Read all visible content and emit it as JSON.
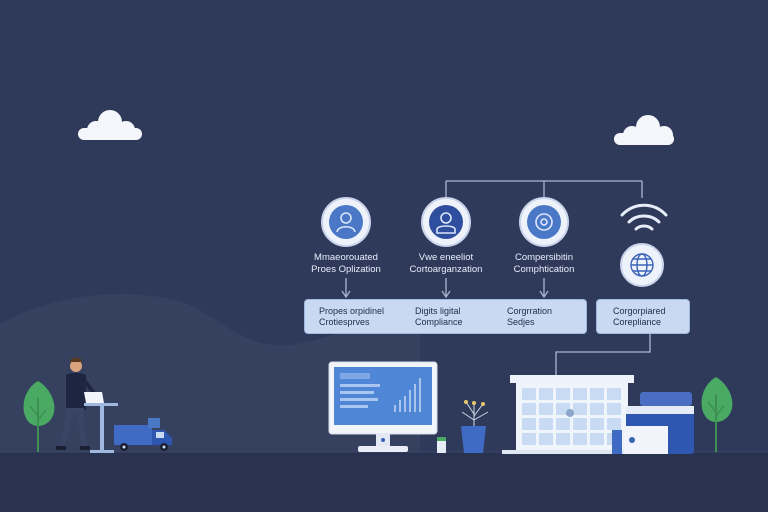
{
  "nodes": [
    {
      "id": "node-1",
      "icon": "user-icon",
      "caption_lines": [
        "Mmaeorouated",
        "Proes Oplization"
      ]
    },
    {
      "id": "node-2",
      "icon": "person-icon",
      "caption_lines": [
        "Vwe eneeliot",
        "Cortoarganzation"
      ]
    },
    {
      "id": "node-3",
      "icon": "settings-icon",
      "caption_lines": [
        "Compersibitin",
        "Comphtication"
      ]
    },
    {
      "id": "node-4",
      "icon": "globe-icon",
      "caption_lines": []
    }
  ],
  "process_bar": {
    "cells": [
      {
        "lines": [
          "Propes orpidinel",
          "Crotiesprves"
        ]
      },
      {
        "lines": [
          "Digits ligital",
          "Compliance"
        ]
      },
      {
        "lines": [
          "Corgrration",
          "Sedjes"
        ]
      }
    ]
  },
  "compliance_box": {
    "lines": [
      "Corgorpiared",
      "Corepliance"
    ]
  },
  "colors": {
    "background": "#2f3a5b",
    "hill": "#36415f",
    "ground": "#28324f",
    "box_fill": "#c9d9f2",
    "accent_blue": "#3b62b8",
    "tree_green": "#4aaa63"
  }
}
